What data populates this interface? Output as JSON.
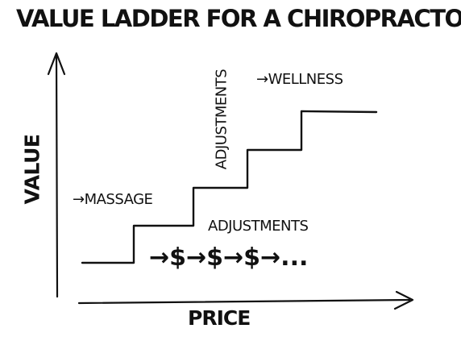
{
  "diagram": {
    "title": "VALUE LADDER FOR A CHIROPRACTOR",
    "y_axis_label": "VALUE",
    "x_axis_label": "PRICE",
    "labels": {
      "massage": "→MASSAGE",
      "adjustments_vertical": "ADJUSTMENTS",
      "wellness": "→WELLNESS",
      "adjustments_horizontal": "ADJUSTMENTS",
      "dollar_sequence": "→$→$→$→..."
    },
    "colors": {
      "ink": "#111111",
      "background": "#ffffff"
    }
  }
}
